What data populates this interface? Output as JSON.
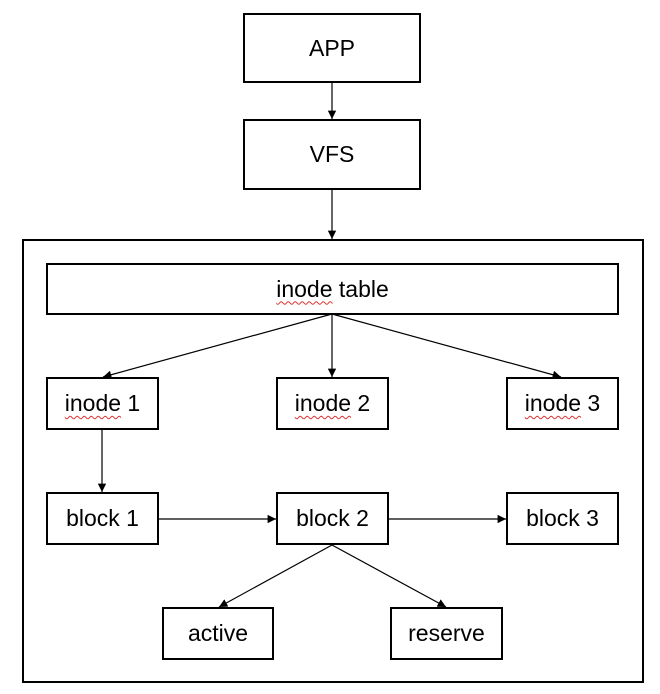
{
  "diagram": {
    "app": "APP",
    "vfs": "VFS",
    "inode_table": {
      "word": "inode",
      "rest": " table"
    },
    "inodes": [
      {
        "word": "inode",
        "rest": " 1"
      },
      {
        "word": "inode",
        "rest": " 2"
      },
      {
        "word": "inode",
        "rest": " 3"
      }
    ],
    "blocks": [
      "block 1",
      "block 2",
      "block 3"
    ],
    "states": [
      "active",
      "reserve"
    ]
  },
  "colors": {
    "line": "#000000",
    "spellcheck": "#e03030"
  }
}
